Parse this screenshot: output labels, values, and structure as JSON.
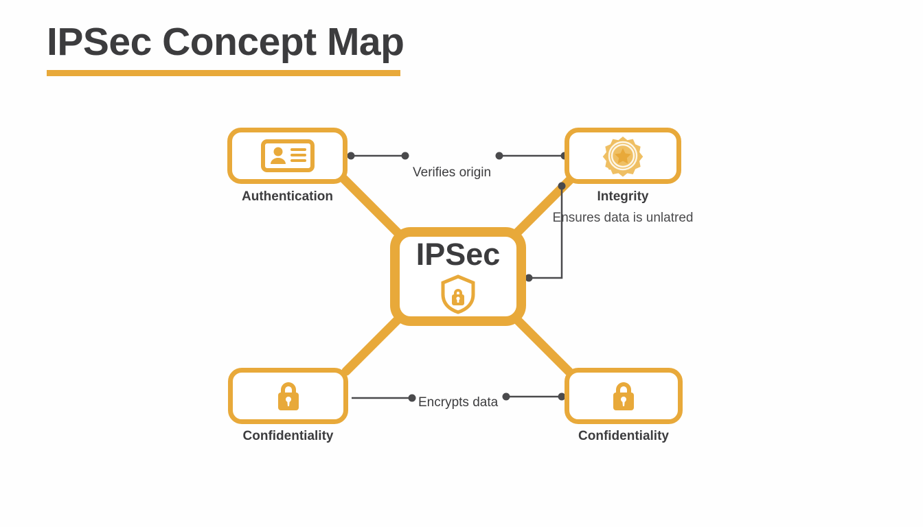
{
  "header": {
    "title": "IPSec Concept Map",
    "accent_color": "#e8a93a",
    "title_color": "#3c3c3e"
  },
  "diagram": {
    "type": "concept-map",
    "center": {
      "id": "ipsec",
      "label": "IPSec",
      "icon": "shield-lock-icon"
    },
    "nodes": [
      {
        "id": "authentication",
        "label": "Authentication",
        "sublabel": "",
        "icon": "id-card-icon",
        "position": "top-left"
      },
      {
        "id": "integrity",
        "label": "Integrity",
        "sublabel": "Ensures data is unlatred",
        "icon": "badge-star-icon",
        "position": "top-right"
      },
      {
        "id": "confidentiality-left",
        "label": "Confidentiality",
        "sublabel": "",
        "icon": "padlock-icon",
        "position": "bottom-left"
      },
      {
        "id": "confidentiality-right",
        "label": "Confidentiality",
        "sublabel": "",
        "icon": "padlock-icon",
        "position": "bottom-right"
      }
    ],
    "edge_labels": [
      {
        "id": "verifies-origin",
        "text": "Verifies origin"
      },
      {
        "id": "encrypts-data",
        "text": "Encrypts data"
      }
    ],
    "colors": {
      "node_border": "#e8a93a",
      "node_fill": "#ffffff",
      "icon": "#e8a93a",
      "connector_line": "#4a4a4c",
      "connector_dot": "#4a4a4c",
      "text": "#3c3c3e"
    }
  }
}
